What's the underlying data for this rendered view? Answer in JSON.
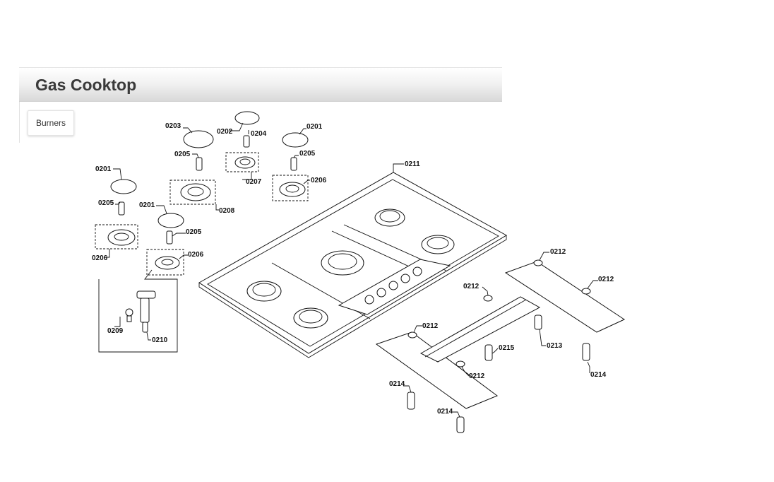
{
  "header": {
    "title": "Gas Cooktop"
  },
  "tabs": [
    {
      "label": "Burners"
    }
  ],
  "callouts": [
    {
      "id": "c1",
      "text": "0203"
    },
    {
      "id": "c2",
      "text": "0202"
    },
    {
      "id": "c3",
      "text": "0204"
    },
    {
      "id": "c4",
      "text": "0201"
    },
    {
      "id": "c5",
      "text": "0205"
    },
    {
      "id": "c6",
      "text": "0205"
    },
    {
      "id": "c7",
      "text": "0207"
    },
    {
      "id": "c8",
      "text": "0206"
    },
    {
      "id": "c9",
      "text": "0211"
    },
    {
      "id": "c10",
      "text": "0201"
    },
    {
      "id": "c11",
      "text": "0208"
    },
    {
      "id": "c12",
      "text": "0205"
    },
    {
      "id": "c13",
      "text": "0201"
    },
    {
      "id": "c14",
      "text": "0205"
    },
    {
      "id": "c15",
      "text": "0206"
    },
    {
      "id": "c16",
      "text": "0206"
    },
    {
      "id": "c17",
      "text": "0209"
    },
    {
      "id": "c18",
      "text": "0210"
    },
    {
      "id": "c19",
      "text": "0212"
    },
    {
      "id": "c20",
      "text": "0212"
    },
    {
      "id": "c21",
      "text": "0212"
    },
    {
      "id": "c22",
      "text": "0212"
    },
    {
      "id": "c23",
      "text": "0212"
    },
    {
      "id": "c24",
      "text": "0213"
    },
    {
      "id": "c25",
      "text": "0215"
    },
    {
      "id": "c26",
      "text": "0214"
    },
    {
      "id": "c27",
      "text": "0214"
    },
    {
      "id": "c28",
      "text": "0214"
    }
  ]
}
